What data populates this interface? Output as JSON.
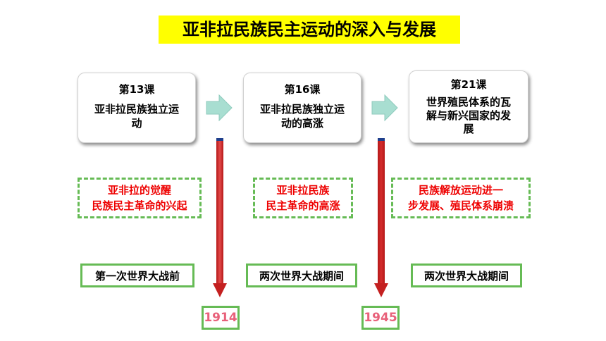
{
  "title": "亚非拉民族民主运动的深入与发展",
  "lessons": [
    {
      "heading": "第13课",
      "body_lines": [
        "亚非拉民族独立运",
        "动"
      ]
    },
    {
      "heading": "第16课",
      "body_lines": [
        "亚非拉民族独立运",
        "动的高涨"
      ]
    },
    {
      "heading": "第21课",
      "body_lines": [
        "世界殖民体系的瓦",
        "解与新兴国家的发",
        "展"
      ]
    }
  ],
  "themes": [
    [
      "亚非拉的觉醒",
      "民族民主革命的兴起"
    ],
    [
      "亚非拉民族",
      "民主革命的高涨"
    ],
    [
      "民族解放运动进一",
      "步发展、殖民体系崩溃"
    ]
  ],
  "periods": [
    "第一次世界大战前",
    "两次世界大战期间",
    "两次世界大战期间"
  ],
  "years": [
    "1914",
    "1945"
  ],
  "colors": {
    "title_bg": "#ffff00",
    "theme_text": "#ee0000",
    "border_green": "#66bb55",
    "year_text": "#e8617a",
    "arrow_fill": "#a8ded1",
    "timeline_red": "#d62020"
  }
}
